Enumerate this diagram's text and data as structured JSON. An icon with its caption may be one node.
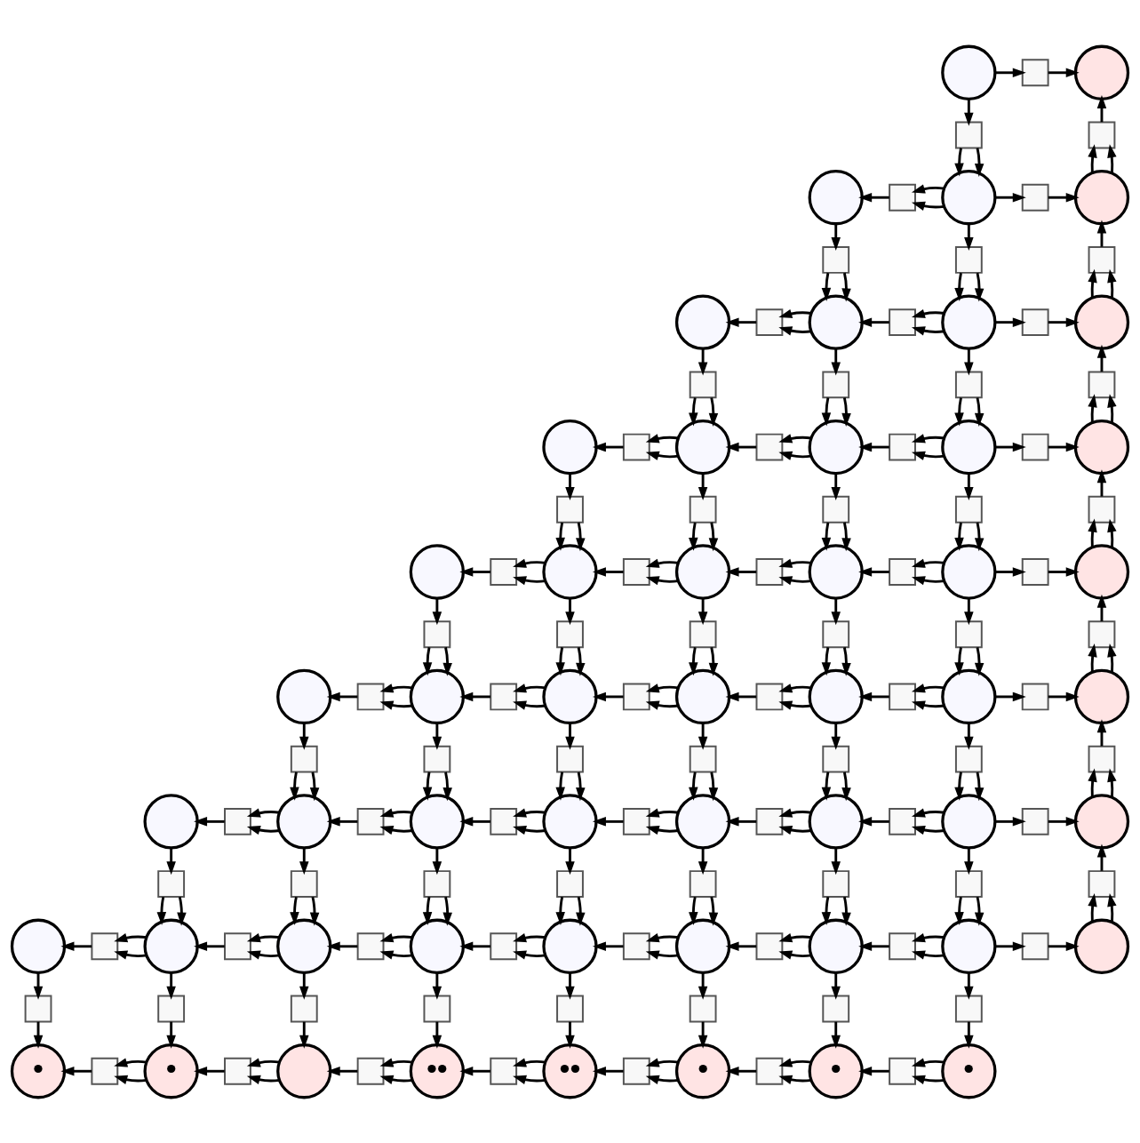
{
  "diagram": {
    "nodes": [
      {
        "text": [],
        "shape": "circle"
      },
      {
        "text": [],
        "shape": "box"
      },
      {
        "text": [],
        "shape": "circle"
      },
      {
        "text": [],
        "shape": "box"
      },
      {
        "text": [],
        "shape": "box"
      },
      {
        "text": [],
        "shape": "circle"
      },
      {
        "text": [],
        "shape": "box"
      },
      {
        "text": [],
        "shape": "circle"
      },
      {
        "text": [],
        "shape": "box"
      },
      {
        "text": [],
        "shape": "circle"
      },
      {
        "text": [],
        "shape": "box"
      },
      {
        "text": [],
        "shape": "box"
      },
      {
        "text": [],
        "shape": "box"
      },
      {
        "text": [],
        "shape": "circle"
      },
      {
        "text": [],
        "shape": "box"
      },
      {
        "text": [],
        "shape": "circle"
      },
      {
        "text": [],
        "shape": "box"
      },
      {
        "text": [],
        "shape": "circle"
      },
      {
        "text": [],
        "shape": "box"
      },
      {
        "text": [],
        "shape": "circle"
      },
      {
        "text": [],
        "shape": "box"
      },
      {
        "text": [],
        "shape": "box"
      },
      {
        "text": [],
        "shape": "box"
      },
      {
        "text": [],
        "shape": "box"
      },
      {
        "text": [],
        "shape": "circle"
      },
      {
        "text": [],
        "shape": "box"
      },
      {
        "text": [],
        "shape": "circle"
      },
      {
        "text": [],
        "shape": "box"
      },
      {
        "text": [],
        "shape": "circle"
      },
      {
        "text": [],
        "shape": "box"
      },
      {
        "text": [],
        "shape": "circle"
      },
      {
        "text": [],
        "shape": "box"
      },
      {
        "text": [],
        "shape": "circle"
      },
      {
        "text": [],
        "shape": "box"
      },
      {
        "text": [],
        "shape": "box"
      },
      {
        "text": [],
        "shape": "box"
      },
      {
        "text": [],
        "shape": "box"
      },
      {
        "text": [],
        "shape": "box"
      },
      {
        "text": [],
        "shape": "circle"
      },
      {
        "text": [],
        "shape": "box"
      },
      {
        "text": [],
        "shape": "circle"
      },
      {
        "text": [],
        "shape": "box"
      },
      {
        "text": [],
        "shape": "circle"
      },
      {
        "text": [],
        "shape": "box"
      },
      {
        "text": [],
        "shape": "circle"
      },
      {
        "text": [],
        "shape": "box"
      },
      {
        "text": [],
        "shape": "circle"
      },
      {
        "text": [],
        "shape": "box"
      },
      {
        "text": [],
        "shape": "circle"
      },
      {
        "text": [],
        "shape": "box"
      },
      {
        "text": [],
        "shape": "box"
      },
      {
        "text": [],
        "shape": "box"
      },
      {
        "text": [],
        "shape": "box"
      },
      {
        "text": [],
        "shape": "box"
      },
      {
        "text": [],
        "shape": "box"
      },
      {
        "text": [],
        "shape": "circle"
      },
      {
        "text": [],
        "shape": "box"
      },
      {
        "text": [],
        "shape": "circle"
      },
      {
        "text": [],
        "shape": "box"
      },
      {
        "text": [],
        "shape": "circle"
      },
      {
        "text": [],
        "shape": "box"
      },
      {
        "text": [],
        "shape": "circle"
      },
      {
        "text": [],
        "shape": "box"
      },
      {
        "text": [],
        "shape": "circle"
      },
      {
        "text": [],
        "shape": "box"
      },
      {
        "text": [],
        "shape": "circle"
      },
      {
        "text": [],
        "shape": "box"
      },
      {
        "text": [],
        "shape": "circle"
      },
      {
        "text": [],
        "shape": "box"
      },
      {
        "text": [],
        "shape": "box"
      },
      {
        "text": [],
        "shape": "box"
      },
      {
        "text": [],
        "shape": "box"
      },
      {
        "text": [],
        "shape": "box"
      },
      {
        "text": [],
        "shape": "box"
      },
      {
        "text": [],
        "shape": "box"
      },
      {
        "text": [],
        "shape": "circle"
      },
      {
        "text": [],
        "shape": "box"
      },
      {
        "text": [],
        "shape": "circle"
      },
      {
        "text": [],
        "shape": "box"
      },
      {
        "text": [],
        "shape": "circle"
      },
      {
        "text": [],
        "shape": "box"
      },
      {
        "text": [],
        "shape": "circle"
      },
      {
        "text": [],
        "shape": "box"
      },
      {
        "text": [],
        "shape": "circle"
      },
      {
        "text": [],
        "shape": "box"
      },
      {
        "text": [],
        "shape": "circle"
      },
      {
        "text": [],
        "shape": "box"
      },
      {
        "text": [],
        "shape": "circle"
      },
      {
        "text": [],
        "shape": "box"
      },
      {
        "text": [],
        "shape": "circle"
      },
      {
        "text": [],
        "shape": "box"
      },
      {
        "text": [],
        "shape": "box"
      },
      {
        "text": [],
        "shape": "box"
      },
      {
        "text": [],
        "shape": "box"
      },
      {
        "text": [],
        "shape": "box"
      },
      {
        "text": [],
        "shape": "box"
      },
      {
        "text": [],
        "shape": "box"
      },
      {
        "text": [],
        "shape": "box"
      },
      {
        "text": [],
        "shape": "circle"
      },
      {
        "text": [],
        "shape": "box"
      },
      {
        "text": [],
        "shape": "circle"
      },
      {
        "text": [],
        "shape": "box"
      },
      {
        "text": [],
        "shape": "circle"
      },
      {
        "text": [],
        "shape": "box"
      },
      {
        "text": [],
        "shape": "circle"
      },
      {
        "text": [],
        "shape": "box"
      },
      {
        "text": [],
        "shape": "circle"
      },
      {
        "text": [],
        "shape": "box"
      },
      {
        "text": [],
        "shape": "circle"
      },
      {
        "text": [],
        "shape": "box"
      },
      {
        "text": [],
        "shape": "circle"
      },
      {
        "text": [],
        "shape": "box"
      },
      {
        "text": [],
        "shape": "circle"
      },
      {
        "text": [],
        "shape": "box"
      },
      {
        "text": [],
        "shape": "circle"
      },
      {
        "text": [],
        "shape": "box"
      },
      {
        "text": [],
        "shape": "box"
      },
      {
        "text": [],
        "shape": "box"
      },
      {
        "text": [],
        "shape": "box"
      },
      {
        "text": [],
        "shape": "box"
      },
      {
        "text": [],
        "shape": "box"
      },
      {
        "text": [],
        "shape": "box"
      },
      {
        "text": [],
        "shape": "box"
      },
      {
        "text": [
          "•"
        ]
      },
      {
        "text": [],
        "shape": "box"
      },
      {
        "text": [
          "•"
        ]
      },
      {
        "text": [],
        "shape": "box"
      },
      {
        "text": [],
        "shape": "circle"
      },
      {
        "text": [],
        "shape": "box"
      },
      {
        "text": [
          "••"
        ]
      },
      {
        "text": [],
        "shape": "box"
      },
      {
        "text": [
          "••"
        ]
      },
      {
        "text": [],
        "shape": "box"
      },
      {
        "text": [
          "•"
        ]
      },
      {
        "text": [],
        "shape": "box"
      },
      {
        "text": [
          "•"
        ]
      },
      {
        "text": [],
        "shape": "box"
      },
      {
        "text": [
          "•"
        ]
      }
    ],
    "edges": [
      {
        "from": 0,
        "to": 1,
        "arrow": "to"
      },
      {
        "from": 1,
        "to": 2,
        "arrow": "to"
      },
      {
        "from": 0,
        "to": 3,
        "arrow": "to"
      },
      {
        "from": 3,
        "to": 7,
        "arrow": "to"
      },
      {
        "from": 3,
        "to": 7,
        "arrow": "to"
      },
      {
        "from": 9,
        "to": 4,
        "arrow": "to"
      },
      {
        "from": 9,
        "to": 4,
        "arrow": "to"
      },
      {
        "from": 4,
        "to": 2,
        "arrow": "to"
      },
      {
        "from": 7,
        "to": 6,
        "arrow": "to"
      },
      {
        "from": 7,
        "to": 6,
        "arrow": "to"
      },
      {
        "from": 6,
        "to": 5,
        "arrow": "to"
      },
      {
        "from": 7,
        "to": 8,
        "arrow": "to"
      },
      {
        "from": 8,
        "to": 9,
        "arrow": "to"
      },
      {
        "from": 5,
        "to": 10,
        "arrow": "to"
      },
      {
        "from": 10,
        "to": 15,
        "arrow": "to"
      },
      {
        "from": 10,
        "to": 15,
        "arrow": "to"
      },
      {
        "from": 7,
        "to": 11,
        "arrow": "to"
      },
      {
        "from": 11,
        "to": 17,
        "arrow": "to"
      },
      {
        "from": 11,
        "to": 17,
        "arrow": "to"
      },
      {
        "from": 19,
        "to": 12,
        "arrow": "to"
      },
      {
        "from": 19,
        "to": 12,
        "arrow": "to"
      },
      {
        "from": 12,
        "to": 9,
        "arrow": "to"
      },
      {
        "from": 15,
        "to": 14,
        "arrow": "to"
      },
      {
        "from": 15,
        "to": 14,
        "arrow": "to"
      },
      {
        "from": 14,
        "to": 13,
        "arrow": "to"
      },
      {
        "from": 17,
        "to": 16,
        "arrow": "to"
      },
      {
        "from": 17,
        "to": 16,
        "arrow": "to"
      },
      {
        "from": 16,
        "to": 15,
        "arrow": "to"
      },
      {
        "from": 17,
        "to": 18,
        "arrow": "to"
      },
      {
        "from": 18,
        "to": 19,
        "arrow": "to"
      },
      {
        "from": 13,
        "to": 20,
        "arrow": "to"
      },
      {
        "from": 20,
        "to": 26,
        "arrow": "to"
      },
      {
        "from": 20,
        "to": 26,
        "arrow": "to"
      },
      {
        "from": 15,
        "to": 21,
        "arrow": "to"
      },
      {
        "from": 21,
        "to": 28,
        "arrow": "to"
      },
      {
        "from": 21,
        "to": 28,
        "arrow": "to"
      },
      {
        "from": 17,
        "to": 22,
        "arrow": "to"
      },
      {
        "from": 22,
        "to": 30,
        "arrow": "to"
      },
      {
        "from": 22,
        "to": 30,
        "arrow": "to"
      },
      {
        "from": 32,
        "to": 23,
        "arrow": "to"
      },
      {
        "from": 32,
        "to": 23,
        "arrow": "to"
      },
      {
        "from": 23,
        "to": 19,
        "arrow": "to"
      },
      {
        "from": 26,
        "to": 25,
        "arrow": "to"
      },
      {
        "from": 26,
        "to": 25,
        "arrow": "to"
      },
      {
        "from": 25,
        "to": 24,
        "arrow": "to"
      },
      {
        "from": 28,
        "to": 27,
        "arrow": "to"
      },
      {
        "from": 28,
        "to": 27,
        "arrow": "to"
      },
      {
        "from": 27,
        "to": 26,
        "arrow": "to"
      },
      {
        "from": 30,
        "to": 29,
        "arrow": "to"
      },
      {
        "from": 30,
        "to": 29,
        "arrow": "to"
      },
      {
        "from": 29,
        "to": 28,
        "arrow": "to"
      },
      {
        "from": 30,
        "to": 31,
        "arrow": "to"
      },
      {
        "from": 31,
        "to": 32,
        "arrow": "to"
      },
      {
        "from": 24,
        "to": 33,
        "arrow": "to"
      },
      {
        "from": 33,
        "to": 40,
        "arrow": "to"
      },
      {
        "from": 33,
        "to": 40,
        "arrow": "to"
      },
      {
        "from": 26,
        "to": 34,
        "arrow": "to"
      },
      {
        "from": 34,
        "to": 42,
        "arrow": "to"
      },
      {
        "from": 34,
        "to": 42,
        "arrow": "to"
      },
      {
        "from": 28,
        "to": 35,
        "arrow": "to"
      },
      {
        "from": 35,
        "to": 44,
        "arrow": "to"
      },
      {
        "from": 35,
        "to": 44,
        "arrow": "to"
      },
      {
        "from": 30,
        "to": 36,
        "arrow": "to"
      },
      {
        "from": 36,
        "to": 46,
        "arrow": "to"
      },
      {
        "from": 36,
        "to": 46,
        "arrow": "to"
      },
      {
        "from": 48,
        "to": 37,
        "arrow": "to"
      },
      {
        "from": 48,
        "to": 37,
        "arrow": "to"
      },
      {
        "from": 37,
        "to": 32,
        "arrow": "to"
      },
      {
        "from": 40,
        "to": 39,
        "arrow": "to"
      },
      {
        "from": 40,
        "to": 39,
        "arrow": "to"
      },
      {
        "from": 39,
        "to": 38,
        "arrow": "to"
      },
      {
        "from": 42,
        "to": 41,
        "arrow": "to"
      },
      {
        "from": 42,
        "to": 41,
        "arrow": "to"
      },
      {
        "from": 41,
        "to": 40,
        "arrow": "to"
      },
      {
        "from": 44,
        "to": 43,
        "arrow": "to"
      },
      {
        "from": 44,
        "to": 43,
        "arrow": "to"
      },
      {
        "from": 43,
        "to": 42,
        "arrow": "to"
      },
      {
        "from": 46,
        "to": 45,
        "arrow": "to"
      },
      {
        "from": 46,
        "to": 45,
        "arrow": "to"
      },
      {
        "from": 45,
        "to": 44,
        "arrow": "to"
      },
      {
        "from": 46,
        "to": 47,
        "arrow": "to"
      },
      {
        "from": 47,
        "to": 48,
        "arrow": "to"
      },
      {
        "from": 38,
        "to": 49,
        "arrow": "to"
      },
      {
        "from": 49,
        "to": 57,
        "arrow": "to"
      },
      {
        "from": 49,
        "to": 57,
        "arrow": "to"
      },
      {
        "from": 40,
        "to": 50,
        "arrow": "to"
      },
      {
        "from": 50,
        "to": 59,
        "arrow": "to"
      },
      {
        "from": 50,
        "to": 59,
        "arrow": "to"
      },
      {
        "from": 42,
        "to": 51,
        "arrow": "to"
      },
      {
        "from": 51,
        "to": 61,
        "arrow": "to"
      },
      {
        "from": 51,
        "to": 61,
        "arrow": "to"
      },
      {
        "from": 44,
        "to": 52,
        "arrow": "to"
      },
      {
        "from": 52,
        "to": 63,
        "arrow": "to"
      },
      {
        "from": 52,
        "to": 63,
        "arrow": "to"
      },
      {
        "from": 46,
        "to": 53,
        "arrow": "to"
      },
      {
        "from": 53,
        "to": 65,
        "arrow": "to"
      },
      {
        "from": 53,
        "to": 65,
        "arrow": "to"
      },
      {
        "from": 67,
        "to": 54,
        "arrow": "to"
      },
      {
        "from": 67,
        "to": 54,
        "arrow": "to"
      },
      {
        "from": 54,
        "to": 48,
        "arrow": "to"
      },
      {
        "from": 57,
        "to": 56,
        "arrow": "to"
      },
      {
        "from": 57,
        "to": 56,
        "arrow": "to"
      },
      {
        "from": 56,
        "to": 55,
        "arrow": "to"
      },
      {
        "from": 59,
        "to": 58,
        "arrow": "to"
      },
      {
        "from": 59,
        "to": 58,
        "arrow": "to"
      },
      {
        "from": 58,
        "to": 57,
        "arrow": "to"
      },
      {
        "from": 61,
        "to": 60,
        "arrow": "to"
      },
      {
        "from": 61,
        "to": 60,
        "arrow": "to"
      },
      {
        "from": 60,
        "to": 59,
        "arrow": "to"
      },
      {
        "from": 63,
        "to": 62,
        "arrow": "to"
      },
      {
        "from": 63,
        "to": 62,
        "arrow": "to"
      },
      {
        "from": 62,
        "to": 61,
        "arrow": "to"
      },
      {
        "from": 65,
        "to": 64,
        "arrow": "to"
      },
      {
        "from": 65,
        "to": 64,
        "arrow": "to"
      },
      {
        "from": 64,
        "to": 63,
        "arrow": "to"
      },
      {
        "from": 65,
        "to": 66,
        "arrow": "to"
      },
      {
        "from": 66,
        "to": 67,
        "arrow": "to"
      },
      {
        "from": 55,
        "to": 68,
        "arrow": "to"
      },
      {
        "from": 68,
        "to": 77,
        "arrow": "to"
      },
      {
        "from": 68,
        "to": 77,
        "arrow": "to"
      },
      {
        "from": 57,
        "to": 69,
        "arrow": "to"
      },
      {
        "from": 69,
        "to": 79,
        "arrow": "to"
      },
      {
        "from": 69,
        "to": 79,
        "arrow": "to"
      },
      {
        "from": 59,
        "to": 70,
        "arrow": "to"
      },
      {
        "from": 70,
        "to": 81,
        "arrow": "to"
      },
      {
        "from": 70,
        "to": 81,
        "arrow": "to"
      },
      {
        "from": 61,
        "to": 71,
        "arrow": "to"
      },
      {
        "from": 71,
        "to": 83,
        "arrow": "to"
      },
      {
        "from": 71,
        "to": 83,
        "arrow": "to"
      },
      {
        "from": 63,
        "to": 72,
        "arrow": "to"
      },
      {
        "from": 72,
        "to": 85,
        "arrow": "to"
      },
      {
        "from": 72,
        "to": 85,
        "arrow": "to"
      },
      {
        "from": 65,
        "to": 73,
        "arrow": "to"
      },
      {
        "from": 73,
        "to": 87,
        "arrow": "to"
      },
      {
        "from": 73,
        "to": 87,
        "arrow": "to"
      },
      {
        "from": 89,
        "to": 74,
        "arrow": "to"
      },
      {
        "from": 89,
        "to": 74,
        "arrow": "to"
      },
      {
        "from": 74,
        "to": 67,
        "arrow": "to"
      },
      {
        "from": 77,
        "to": 76,
        "arrow": "to"
      },
      {
        "from": 77,
        "to": 76,
        "arrow": "to"
      },
      {
        "from": 76,
        "to": 75,
        "arrow": "to"
      },
      {
        "from": 79,
        "to": 78,
        "arrow": "to"
      },
      {
        "from": 79,
        "to": 78,
        "arrow": "to"
      },
      {
        "from": 78,
        "to": 77,
        "arrow": "to"
      },
      {
        "from": 81,
        "to": 80,
        "arrow": "to"
      },
      {
        "from": 81,
        "to": 80,
        "arrow": "to"
      },
      {
        "from": 80,
        "to": 79,
        "arrow": "to"
      },
      {
        "from": 83,
        "to": 82,
        "arrow": "to"
      },
      {
        "from": 83,
        "to": 82,
        "arrow": "to"
      },
      {
        "from": 82,
        "to": 81,
        "arrow": "to"
      },
      {
        "from": 85,
        "to": 84,
        "arrow": "to"
      },
      {
        "from": 85,
        "to": 84,
        "arrow": "to"
      },
      {
        "from": 84,
        "to": 83,
        "arrow": "to"
      },
      {
        "from": 87,
        "to": 86,
        "arrow": "to"
      },
      {
        "from": 87,
        "to": 86,
        "arrow": "to"
      },
      {
        "from": 86,
        "to": 85,
        "arrow": "to"
      },
      {
        "from": 87,
        "to": 88,
        "arrow": "to"
      },
      {
        "from": 88,
        "to": 89,
        "arrow": "to"
      },
      {
        "from": 75,
        "to": 90,
        "arrow": "to"
      },
      {
        "from": 90,
        "to": 100,
        "arrow": "to"
      },
      {
        "from": 90,
        "to": 100,
        "arrow": "to"
      },
      {
        "from": 77,
        "to": 91,
        "arrow": "to"
      },
      {
        "from": 91,
        "to": 102,
        "arrow": "to"
      },
      {
        "from": 91,
        "to": 102,
        "arrow": "to"
      },
      {
        "from": 79,
        "to": 92,
        "arrow": "to"
      },
      {
        "from": 92,
        "to": 104,
        "arrow": "to"
      },
      {
        "from": 92,
        "to": 104,
        "arrow": "to"
      },
      {
        "from": 81,
        "to": 93,
        "arrow": "to"
      },
      {
        "from": 93,
        "to": 106,
        "arrow": "to"
      },
      {
        "from": 93,
        "to": 106,
        "arrow": "to"
      },
      {
        "from": 83,
        "to": 94,
        "arrow": "to"
      },
      {
        "from": 94,
        "to": 108,
        "arrow": "to"
      },
      {
        "from": 94,
        "to": 108,
        "arrow": "to"
      },
      {
        "from": 85,
        "to": 95,
        "arrow": "to"
      },
      {
        "from": 95,
        "to": 110,
        "arrow": "to"
      },
      {
        "from": 95,
        "to": 110,
        "arrow": "to"
      },
      {
        "from": 87,
        "to": 96,
        "arrow": "to"
      },
      {
        "from": 96,
        "to": 112,
        "arrow": "to"
      },
      {
        "from": 96,
        "to": 112,
        "arrow": "to"
      },
      {
        "from": 114,
        "to": 97,
        "arrow": "to"
      },
      {
        "from": 114,
        "to": 97,
        "arrow": "to"
      },
      {
        "from": 97,
        "to": 89,
        "arrow": "to"
      },
      {
        "from": 100,
        "to": 99,
        "arrow": "to"
      },
      {
        "from": 100,
        "to": 99,
        "arrow": "to"
      },
      {
        "from": 99,
        "to": 98,
        "arrow": "to"
      },
      {
        "from": 102,
        "to": 101,
        "arrow": "to"
      },
      {
        "from": 102,
        "to": 101,
        "arrow": "to"
      },
      {
        "from": 101,
        "to": 100,
        "arrow": "to"
      },
      {
        "from": 104,
        "to": 103,
        "arrow": "to"
      },
      {
        "from": 104,
        "to": 103,
        "arrow": "to"
      },
      {
        "from": 103,
        "to": 102,
        "arrow": "to"
      },
      {
        "from": 106,
        "to": 105,
        "arrow": "to"
      },
      {
        "from": 106,
        "to": 105,
        "arrow": "to"
      },
      {
        "from": 105,
        "to": 104,
        "arrow": "to"
      },
      {
        "from": 108,
        "to": 107,
        "arrow": "to"
      },
      {
        "from": 108,
        "to": 107,
        "arrow": "to"
      },
      {
        "from": 107,
        "to": 106,
        "arrow": "to"
      },
      {
        "from": 110,
        "to": 109,
        "arrow": "to"
      },
      {
        "from": 110,
        "to": 109,
        "arrow": "to"
      },
      {
        "from": 109,
        "to": 108,
        "arrow": "to"
      },
      {
        "from": 112,
        "to": 111,
        "arrow": "to"
      },
      {
        "from": 112,
        "to": 111,
        "arrow": "to"
      },
      {
        "from": 111,
        "to": 110,
        "arrow": "to"
      },
      {
        "from": 112,
        "to": 113,
        "arrow": "to"
      },
      {
        "from": 113,
        "to": 114,
        "arrow": "to"
      },
      {
        "from": 98,
        "to": 115,
        "arrow": "to"
      },
      {
        "from": 115,
        "to": 123,
        "arrow": "to"
      },
      {
        "from": 100,
        "to": 116,
        "arrow": "to"
      },
      {
        "from": 116,
        "to": 125,
        "arrow": "to"
      },
      {
        "from": 102,
        "to": 117,
        "arrow": "to"
      },
      {
        "from": 117,
        "to": 127,
        "arrow": "to"
      },
      {
        "from": 104,
        "to": 118,
        "arrow": "to"
      },
      {
        "from": 118,
        "to": 129,
        "arrow": "to"
      },
      {
        "from": 106,
        "to": 119,
        "arrow": "to"
      },
      {
        "from": 119,
        "to": 131,
        "arrow": "to"
      },
      {
        "from": 108,
        "to": 120,
        "arrow": "to"
      },
      {
        "from": 120,
        "to": 133,
        "arrow": "to"
      },
      {
        "from": 110,
        "to": 121,
        "arrow": "to"
      },
      {
        "from": 121,
        "to": 135,
        "arrow": "to"
      },
      {
        "from": 112,
        "to": 122,
        "arrow": "to"
      },
      {
        "from": 122,
        "to": 137,
        "arrow": "to"
      },
      {
        "from": 125,
        "to": 124,
        "arrow": "to"
      },
      {
        "from": 125,
        "to": 124,
        "arrow": "to"
      },
      {
        "from": 124,
        "to": 123,
        "arrow": "to"
      },
      {
        "from": 127,
        "to": 126,
        "arrow": "to"
      },
      {
        "from": 127,
        "to": 126,
        "arrow": "to"
      },
      {
        "from": 126,
        "to": 125,
        "arrow": "to"
      },
      {
        "from": 129,
        "to": 128,
        "arrow": "to"
      },
      {
        "from": 129,
        "to": 128,
        "arrow": "to"
      },
      {
        "from": 128,
        "to": 127,
        "arrow": "to"
      },
      {
        "from": 131,
        "to": 130,
        "arrow": "to"
      },
      {
        "from": 131,
        "to": 130,
        "arrow": "to"
      },
      {
        "from": 130,
        "to": 129,
        "arrow": "to"
      },
      {
        "from": 133,
        "to": 132,
        "arrow": "to"
      },
      {
        "from": 133,
        "to": 132,
        "arrow": "to"
      },
      {
        "from": 132,
        "to": 131,
        "arrow": "to"
      },
      {
        "from": 135,
        "to": 134,
        "arrow": "to"
      },
      {
        "from": 135,
        "to": 134,
        "arrow": "to"
      },
      {
        "from": 134,
        "to": 133,
        "arrow": "to"
      },
      {
        "from": 137,
        "to": 136,
        "arrow": "to"
      },
      {
        "from": 137,
        "to": 136,
        "arrow": "to"
      },
      {
        "from": 136,
        "to": 135,
        "arrow": "to"
      }
    ]
  }
}
